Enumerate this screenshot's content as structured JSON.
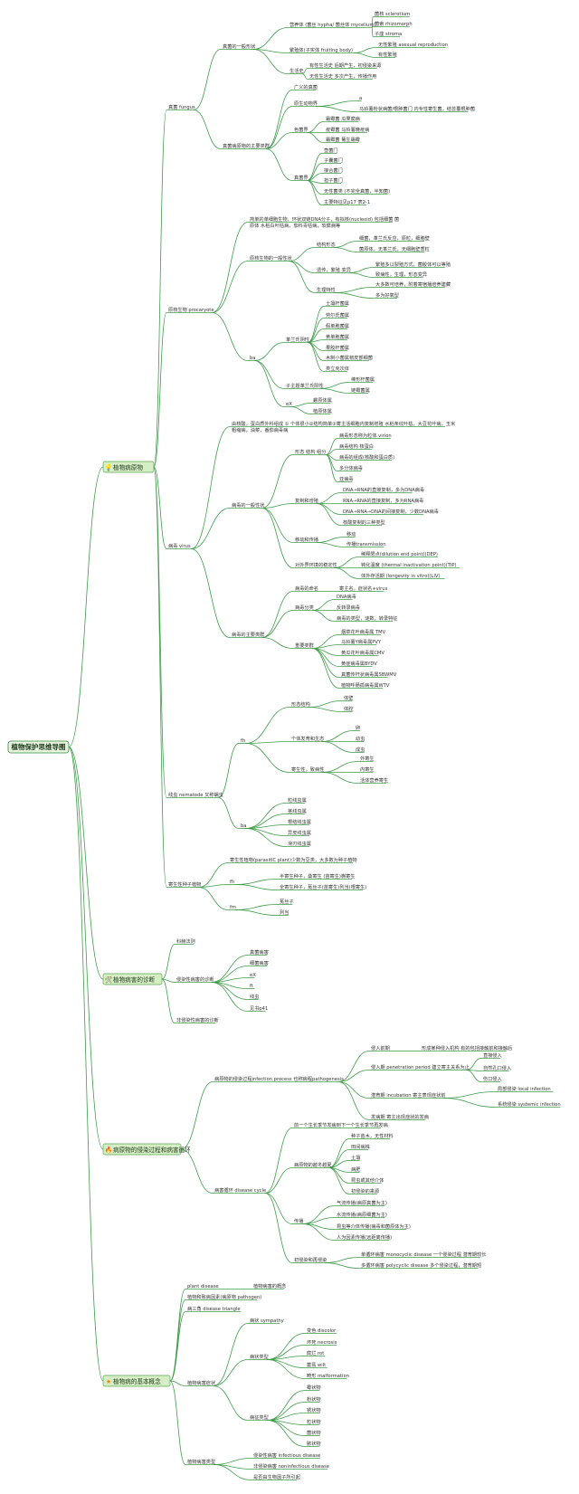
{
  "root": "植物保护思维导图",
  "categories": [
    {
      "icon": "light-bulb-icon",
      "glyph": "💡",
      "color": "#f4c20d",
      "label": "植物病原物"
    },
    {
      "icon": "tools-icon",
      "glyph": "🛠",
      "color": "#7a5a3a",
      "label": "植物病害的诊断"
    },
    {
      "icon": "flame-icon",
      "glyph": "🔥",
      "color": "#2d7fd3",
      "label": "病原物的侵染过程和病害循环"
    },
    {
      "icon": "star-icon",
      "glyph": "★",
      "color": "#e08a16",
      "label": "植物病的基本概念"
    }
  ],
  "nodes": [
    "真菌 fungus",
    "真菌的一般形状",
    "营养体 (菌丝 hypha/ 菌丝体 mycelium)",
    "菌核 sclerotium",
    "菌索 rhizomorph",
    "子座 stroma",
    "繁殖体(子实体 fruiting body)",
    "无性繁殖 asexual reproduction",
    "有性繁殖",
    "生活史",
    "有性生活史 后期产生，初侵染来源",
    "无性生活史 多次产生，传播作用",
    "真菌病原物的主要类群",
    "广义的真菌",
    "原生动物界",
    "a",
    "马铃薯粉状病菌/根肿菌门 内专性寄生菌，结芸薹根肿菌",
    "色菌界",
    "霜霉菌 瓜果腐病",
    "疫霉菌 马铃薯晚疫病",
    "霜霉菌 葡生霜霉",
    "真菌界",
    "壶菌门",
    "子囊菌门",
    "接合菌门",
    "担子菌门",
    "无性菌类 (不完全真菌，半知菌)",
    "主要特征见p17 表2-1",
    "原核生物 procaryote",
    "简单的单细胞生物，环状双链DNA分子，有拟核(nucleoid) 包括细菌 菌原体 水稻白叶枯病，茄科青枯病，软腐病等",
    "原核生物的一般性状",
    "结构形态",
    "细菌，革兰氏反应，原粒，细胞壁",
    "菌原体，无革兰氏，无细胞壁质粒",
    "遗传，繁殖 变异",
    "繁殖多以裂殖方式，菌胶体可以等殖",
    "致病性，生理，形态变异",
    "生理特性",
    "大多数可培养，附着寄宿播培养建藏",
    "多为好氧型",
    "ba",
    "革兰氏阴性",
    "土壤杆菌属",
    "劳尔氏菌属",
    "假单胞菌属",
    "黄单胞菌属",
    "果胶杆菌属",
    "木制小菌属韧皮部细菌",
    "类立克次体",
    "子主题革兰氏阳性",
    "棒形杆菌属",
    "链霉菌属",
    "eX",
    "螺原体属",
    "植原体属",
    "病毒 virus",
    "由核酸，蛋白质外科组成 ① 个体很小②结构简单③寄主活细胞内复制增殖 水稻条纹叶枯，大豆花叶病，玉米粗缩病，油菜，番茄病毒病",
    "病毒的一般性状",
    "形态 结构 组分",
    "病毒形态称为粒体 virion",
    "病毒结构 核蛋白",
    "病毒的组成(核酸和蛋白质)",
    "多分体病毒",
    "亚病毒",
    "复制和增殖",
    "DNA→RNA的直接复制，多为DNA病毒",
    "RNA→RNA的直接复制，多为RNA病毒",
    "DNA→RNA→DNA的间接复制，少数DNA病毒",
    "核酸复制的三种类型",
    "移动和传播",
    "移动",
    "传播transmission",
    "对外界环境的稳定性",
    "稀释限点(dilution end point)(DEP)",
    "钝化温度 (thermal inactivation point)(TIP)",
    "体外存活期 (longevity in vitro)(LIV)",
    "病毒的主要类群",
    "病毒的命名",
    "寄主名，症状名+virus",
    "病毒分类",
    "DNA病毒",
    "反转录病毒",
    "病毒的类型，谜数，转录特征",
    "重要类群",
    "烟草花叶病毒属 TMV",
    "马铃薯Y病毒属PVY",
    "黄瓜花叶病毒属CMV",
    "黄症病毒属BYDV",
    "真菌传杆状病毒属SBWMV",
    "植物呼肠孤病毒属WTV",
    "线虫 nematode 又称蠕虫",
    "fh",
    "形态结构",
    "体壁",
    "体腔",
    "个体发育和生态",
    "卵",
    "幼虫",
    "成虫",
    "寄生性，致病性",
    "外寄生",
    "内寄生",
    "活体营养寄生",
    "ba",
    "粒线虫属",
    "茎线虫属",
    "根结线虫属",
    "异皮线虫属",
    "滑刃线虫属",
    "寄生性种子植物",
    "寄生性植物(parasitIC plant)少数为豆类，大多数为种子植物",
    "fh",
    "半寄生种子，桑寄生 (苗寄生)槲寄生",
    "全寄生种子，菟丝子(苗寄生)列当(根寄生)",
    "fm",
    "菟丝子",
    "列当",
    "科赫法则",
    "侵染性病害的诊断",
    "真菌病害",
    "细菌病害",
    "eX",
    "ft",
    "线虫",
    "见书p41",
    "非侵染性病害的诊断",
    "病原物的侵染过程infection process 也称病程pathogenesis",
    "侵入前期",
    "形成某种侵入机构 有的包括接触前和接触后",
    "侵入期 penetration period 建立寄主关系为止",
    "直接侵入",
    "自然孔口侵入",
    "伤口侵入",
    "潜育期 incubation 寄主表现症状前",
    "局部侵染 local infection",
    "系统侵染 systemic infection",
    "发病期 寄主出现症状的发病",
    "病害循环 disease cycle",
    "前一个生长季节发病到下一个生长季节再发病",
    "病原物的越冬越夏",
    "种子苗木，无性材料",
    "田间病株",
    "土壤",
    "病肥",
    "昆虫或其他介体",
    "初侵染的来源",
    "传播",
    "气流传播(病原真菌为主)",
    "水流传播(病原细菌为主)",
    "昆虫等介体传播(病毒和菌原体为主)",
    "人为因素传播(远距离传播)",
    "初侵染和再侵染",
    "单循环病害 monocyclic disease 一个侵染过程 潜育期较长",
    "多循环病害 polycyclic disease 多个侵染过程，潜育期短",
    "plant disease",
    "植物病害的概念",
    "植物和致病因素(病原物 pathogen)",
    "病三角 disease triangle",
    "植物病害症状",
    "病状 sympathy",
    "病状类型",
    "变色 discolor",
    "坏死 necrosis",
    "腐烂 rot",
    "萎蔫 wilt",
    "畸形 malformation",
    "病征类型",
    "霉状物",
    "粉状物",
    "锈状物",
    "粒状物",
    "菌状物",
    "脓状物",
    "植物病害类型",
    "侵染性病害 infectious disease",
    "非侵染病害 noninfectious disease",
    "是否由生物因子所引起"
  ]
}
